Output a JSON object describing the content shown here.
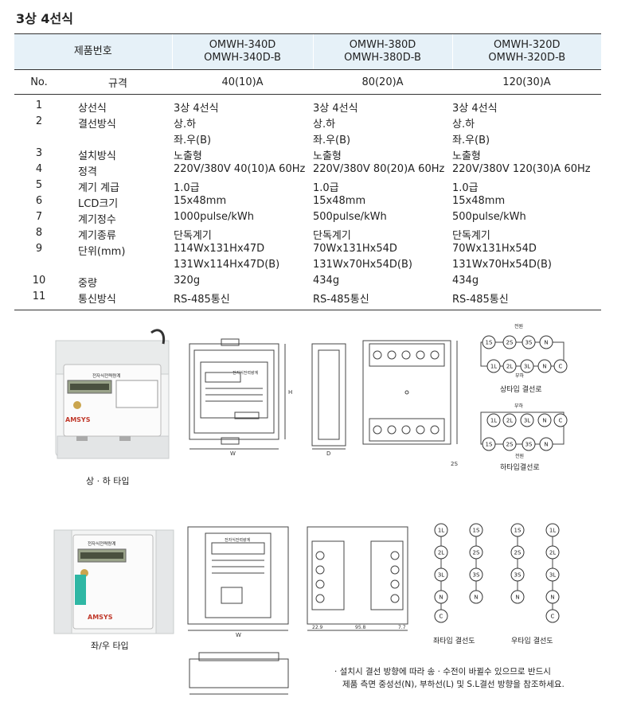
{
  "title": "3상 4선식",
  "header": {
    "product_label": "제품번호",
    "models": [
      "OMWH-340D\nOMWH-340D-B",
      "OMWH-380D\nOMWH-380D-B",
      "OMWH-320D\nOMWH-320D-B"
    ],
    "no_label": "No.",
    "spec_label": "규격",
    "ratings": [
      "40(10)A",
      "80(20)A",
      "120(30)A"
    ]
  },
  "rows": [
    {
      "no": "1",
      "name": "상선식",
      "v": [
        "3상 4선식",
        "3상 4선식",
        "3상 4선식"
      ]
    },
    {
      "no": "2",
      "name": "결선방식",
      "v": [
        "상.하",
        "상.하",
        "상.하"
      ]
    },
    {
      "no": "",
      "name": "",
      "v": [
        "좌.우(B)",
        "좌.우(B)",
        "좌.우(B)"
      ]
    },
    {
      "no": "3",
      "name": "설치방식",
      "v": [
        "노출형",
        "노출형",
        "노출형"
      ]
    },
    {
      "no": "4",
      "name": "정격",
      "v": [
        "220V/380V 40(10)A 60Hz",
        "220V/380V 80(20)A 60Hz",
        "220V/380V 120(30)A 60Hz"
      ]
    },
    {
      "no": "5",
      "name": "계기 계급",
      "v": [
        "1.0급",
        "1.0급",
        "1.0급"
      ]
    },
    {
      "no": "6",
      "name": "LCD크기",
      "v": [
        "15x48mm",
        "15x48mm",
        "15x48mm"
      ]
    },
    {
      "no": "7",
      "name": "계기정수",
      "v": [
        "1000pulse/kWh",
        "500pulse/kWh",
        "500pulse/kWh"
      ]
    },
    {
      "no": "8",
      "name": "계기종류",
      "v": [
        "단독계기",
        "단독계기",
        "단독계기"
      ]
    },
    {
      "no": "9",
      "name": "단위(mm)",
      "v": [
        "114Wx131Hx47D",
        "70Wx131Hx54D",
        "70Wx131Hx54D"
      ]
    },
    {
      "no": "",
      "name": "",
      "v": [
        "131Wx114Hx47D(B)",
        "131Wx70Hx54D(B)",
        "131Wx70Hx54D(B)"
      ]
    },
    {
      "no": "10",
      "name": "중량",
      "v": [
        "320g",
        "434g",
        "434g"
      ]
    },
    {
      "no": "11",
      "name": "통신방식",
      "v": [
        "RS-485통신",
        "RS-485통신",
        "RS-485통신"
      ]
    }
  ],
  "figures": {
    "type1_caption": "상 · 하 타입",
    "type2_caption": "좌/우 타입",
    "upper_wiring_caption": "상타입 결선로",
    "lower_wiring_caption": "하타입결선로",
    "left_wiring_caption": "좌타입 결선도",
    "right_wiring_caption": "우타입 결선도",
    "meter_brand": "AMSYS",
    "meter_label": "전자식전력량계",
    "power_label": "전원",
    "load_label": "부하",
    "terminals_top": [
      "1S",
      "2S",
      "3S",
      "N"
    ],
    "terminals_bottom": [
      "1L",
      "2L",
      "3L",
      "N",
      "C"
    ],
    "terminals_left": [
      "1L",
      "2L",
      "3L",
      "N",
      "C"
    ],
    "terminals_right": [
      "1S",
      "2S",
      "3S",
      "N"
    ],
    "dim_2s": "2S",
    "dim_w": "W",
    "dim_h": "H",
    "dim_d": "D",
    "dim_96": "95.8",
    "dim_229": "22.9",
    "dim_77": "7.7"
  },
  "note": {
    "line1": "· 설치시 결선 방향에 따라 송 · 수전이 바뀔수 있으므로 반드시",
    "line2": "제품 측면 중성선(N), 부하선(L) 및 S.L결선 방향을 참조하세요."
  }
}
